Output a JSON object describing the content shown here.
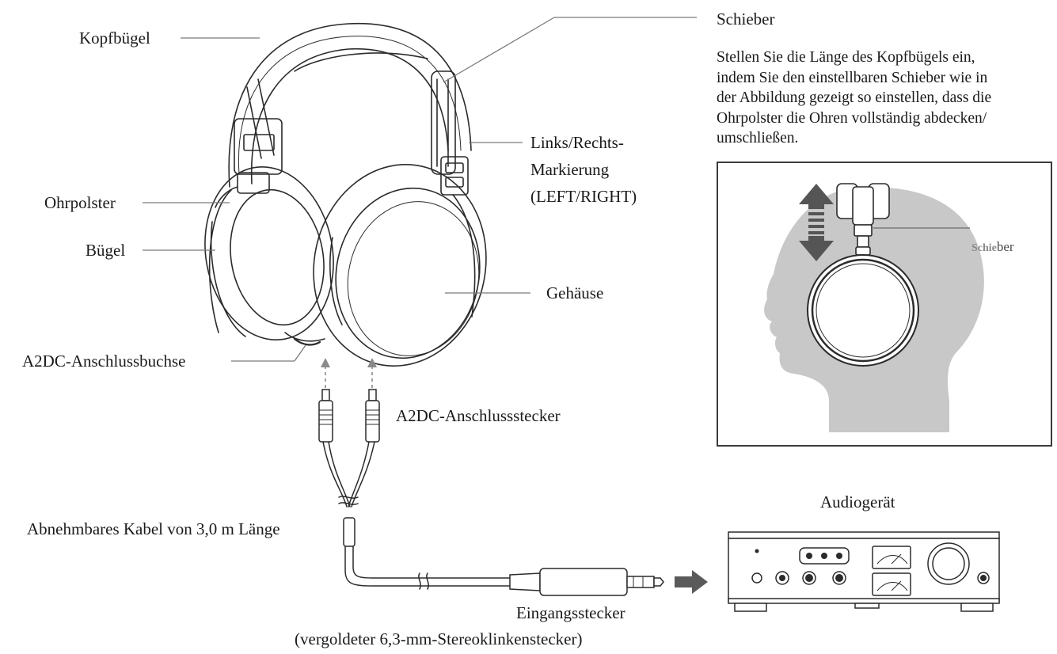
{
  "labels": {
    "kopfbuegel": "Kopfbügel",
    "schieber": "Schieber",
    "links_rechts_1": "Links/Rechts-",
    "links_rechts_2": "Markierung",
    "links_rechts_3": "(LEFT/RIGHT)",
    "ohrpolster": "Ohrpolster",
    "buegel": "Bügel",
    "gehaeuse": "Gehäuse",
    "a2dc_buchse": "A2DC-Anschlussbuchse",
    "a2dc_stecker": "A2DC-Anschlussstecker",
    "kabel": "Abnehmbares Kabel von 3,0 m Länge",
    "audiogeraet": "Audiogerät",
    "eingangsstecker_1": "Eingangsstecker",
    "eingangsstecker_2": "(vergoldeter 6,3-mm-Stereoklinkenstecker)"
  },
  "description": {
    "lines": [
      "Stellen Sie die Länge des Kopfbügels ein,",
      "indem Sie den einstellbaren Schieber wie in",
      "der Abbildung gezeigt so einstellen, dass die",
      "Ohrpolster die Ohren vollständig abdecken/",
      "umschließen."
    ]
  },
  "inset": {
    "label_a": "Schie",
    "label_b": "ber"
  },
  "colors": {
    "line": "#2b2b2b",
    "leader": "#7a7a7a",
    "head_silhouette": "#c8c8c8",
    "arrow": "#555555"
  }
}
